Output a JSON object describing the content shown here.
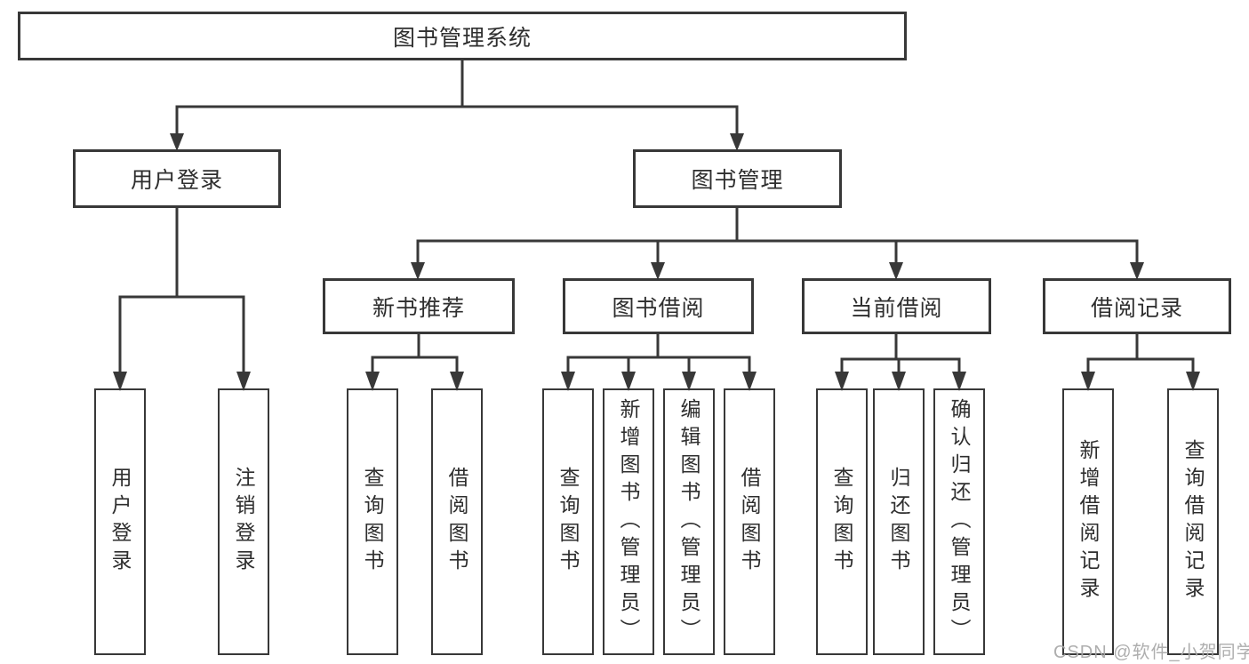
{
  "tree": {
    "root": {
      "label": "图书管理系统",
      "children": [
        {
          "label": "用户登录",
          "children": [
            {
              "label": "用户登录"
            },
            {
              "label": "注销登录"
            }
          ]
        },
        {
          "label": "图书管理",
          "children": [
            {
              "label": "新书推荐",
              "children": [
                {
                  "label": "查询图书"
                },
                {
                  "label": "借阅图书"
                }
              ]
            },
            {
              "label": "图书借阅",
              "children": [
                {
                  "label": "查询图书"
                },
                {
                  "label": "新增图书（管理员）"
                },
                {
                  "label": "编辑图书（管理员）"
                },
                {
                  "label": "借阅图书"
                }
              ]
            },
            {
              "label": "当前借阅",
              "children": [
                {
                  "label": "查询图书"
                },
                {
                  "label": "归还图书"
                },
                {
                  "label": "确认归还（管理员）"
                }
              ]
            },
            {
              "label": "借阅记录",
              "children": [
                {
                  "label": "新增借阅记录"
                },
                {
                  "label": "查询借阅记录"
                }
              ]
            }
          ]
        }
      ]
    }
  },
  "watermark": "CSDN @软件_小贺同学",
  "colors": {
    "line": "#383838",
    "box_border": "#383838",
    "text": "#2e2e2e",
    "watermark": "#a8a8a8",
    "background": "#ffffff"
  }
}
